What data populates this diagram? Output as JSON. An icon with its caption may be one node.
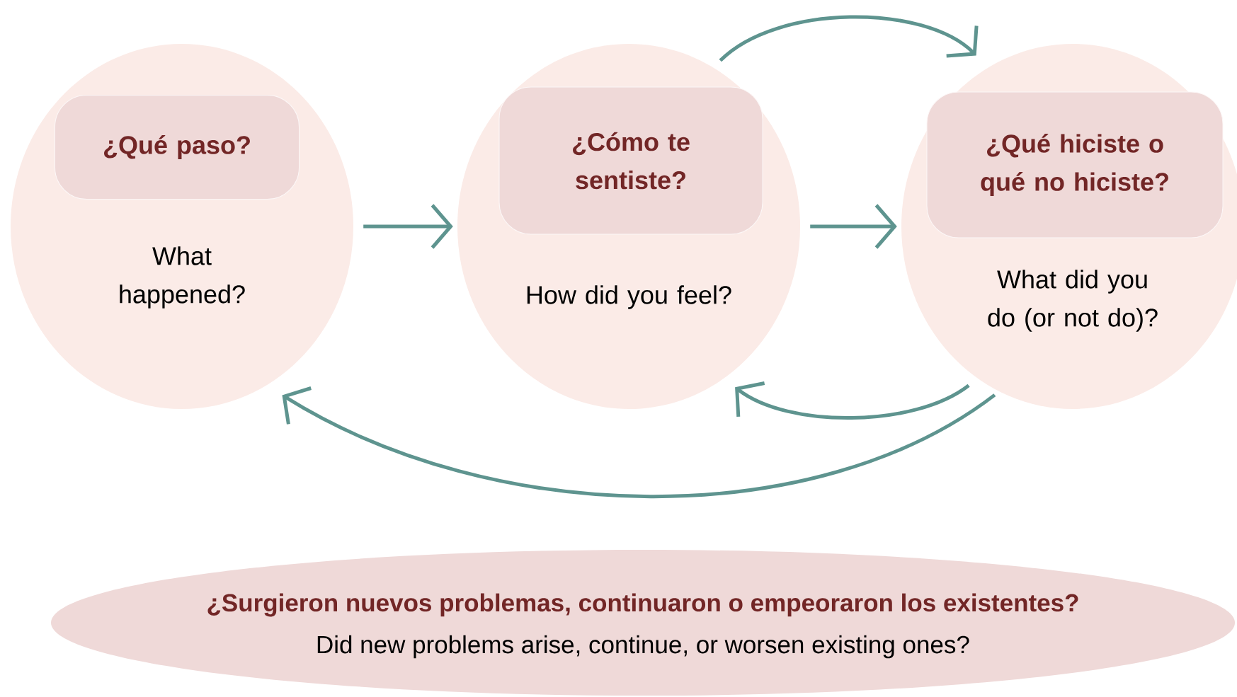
{
  "diagram": {
    "nodes": [
      {
        "text": [
          "What happened?"
        ]
      },
      {
        "text": [
          "¿Qué paso?"
        ],
        "in": 0
      },
      {
        "text": [
          "How did you feel?"
        ]
      },
      {
        "text": [
          "¿Cómo te sentiste?"
        ],
        "in": 2
      },
      {
        "text": [
          "What did you do (or not do)?"
        ]
      },
      {
        "text": [
          "¿Qué hiciste o qué no hiciste?"
        ],
        "in": 4
      },
      {
        "text": [
          "¿Surgieron nuevos problemas, continuaron o empeoraron los existentes?",
          "Did new problems arise, continue, or worsen existing ones?"
        ]
      }
    ],
    "edges": [
      {
        "from": 0,
        "to": 2,
        "arrow": "to"
      },
      {
        "from": 2,
        "to": 4,
        "arrow": "to"
      },
      {
        "from": 2,
        "to": 4,
        "arrow": "to"
      },
      {
        "from": 4,
        "to": 2,
        "arrow": "to"
      },
      {
        "from": 4,
        "to": 0,
        "arrow": "to"
      }
    ]
  }
}
